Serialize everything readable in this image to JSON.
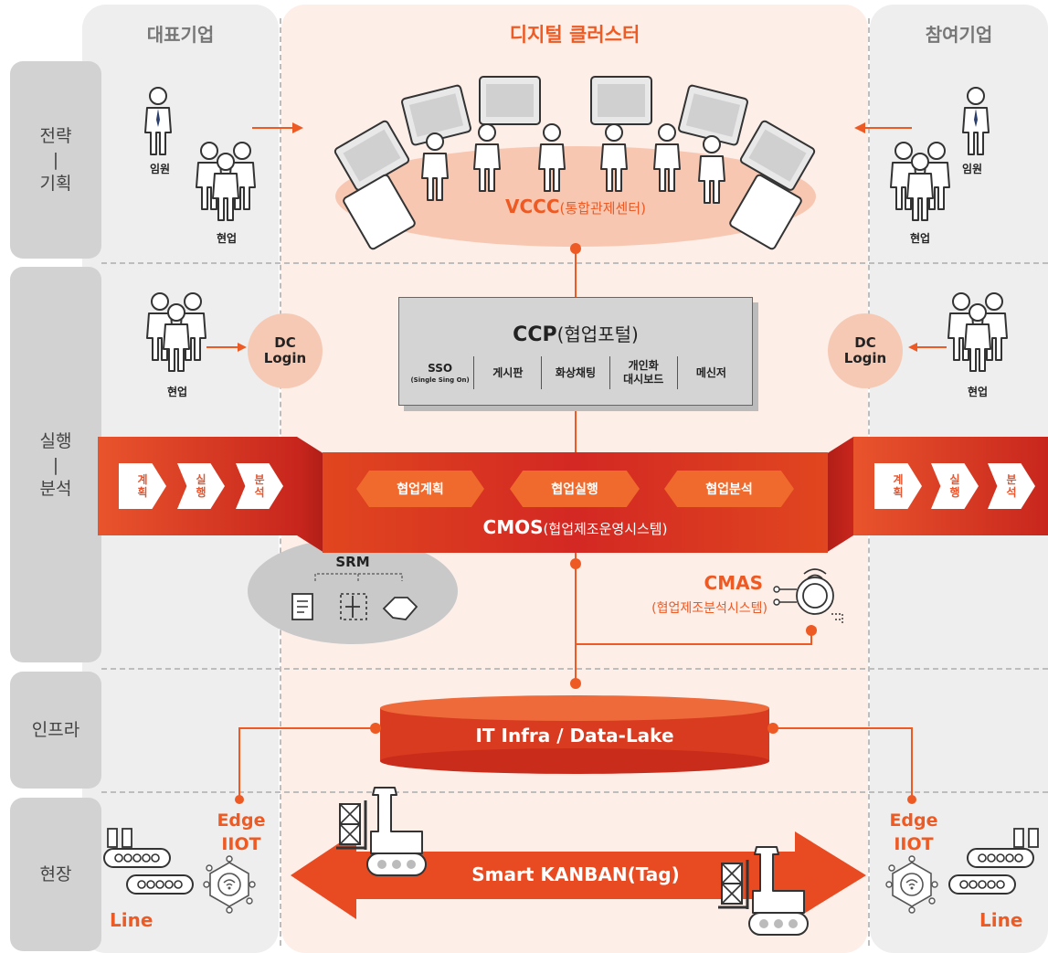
{
  "columns": {
    "left_header": "대표기업",
    "center_header": "디지털 클러스터",
    "right_header": "참여기업"
  },
  "rows": {
    "row1": [
      "전략",
      "|",
      "기획"
    ],
    "row2": [
      "실행",
      "|",
      "분석"
    ],
    "row3": "인프라",
    "row4": "현장"
  },
  "people": {
    "executive": "임원",
    "field": "현업"
  },
  "vccc": {
    "title": "VCCC",
    "subtitle": "(통합관제센터)"
  },
  "login": {
    "line1": "DC",
    "line2": "Login"
  },
  "ccp": {
    "title": "CCP",
    "subtitle": "(협업포털)",
    "items": [
      {
        "label": "SSO",
        "sub": "(Single Sing On)"
      },
      {
        "label": "게시판"
      },
      {
        "label": "화상채팅"
      },
      {
        "label": "개인화",
        "label2": "대시보드"
      },
      {
        "label": "메신저"
      }
    ]
  },
  "steps": [
    {
      "a": "계",
      "b": "획"
    },
    {
      "a": "실",
      "b": "행"
    },
    {
      "a": "분",
      "b": "석"
    }
  ],
  "cmos": {
    "phases": [
      "협업계획",
      "협업실행",
      "협업분석"
    ],
    "title": "CMOS",
    "subtitle": "(협업제조운영시스템)"
  },
  "srm": {
    "title": "SRM"
  },
  "cmas": {
    "title": "CMAS",
    "subtitle": "(협업제조분석시스템)"
  },
  "infra": {
    "title": "IT Infra / Data-Lake"
  },
  "edge": {
    "line1": "Edge",
    "line2": "IIOT"
  },
  "line_label": "Line",
  "kanban": {
    "title": "Smart KANBAN(Tag)"
  },
  "colors": {
    "accent": "#ee5a24",
    "gray_panel": "#eeeeee",
    "center_panel": "#fdeee8"
  }
}
